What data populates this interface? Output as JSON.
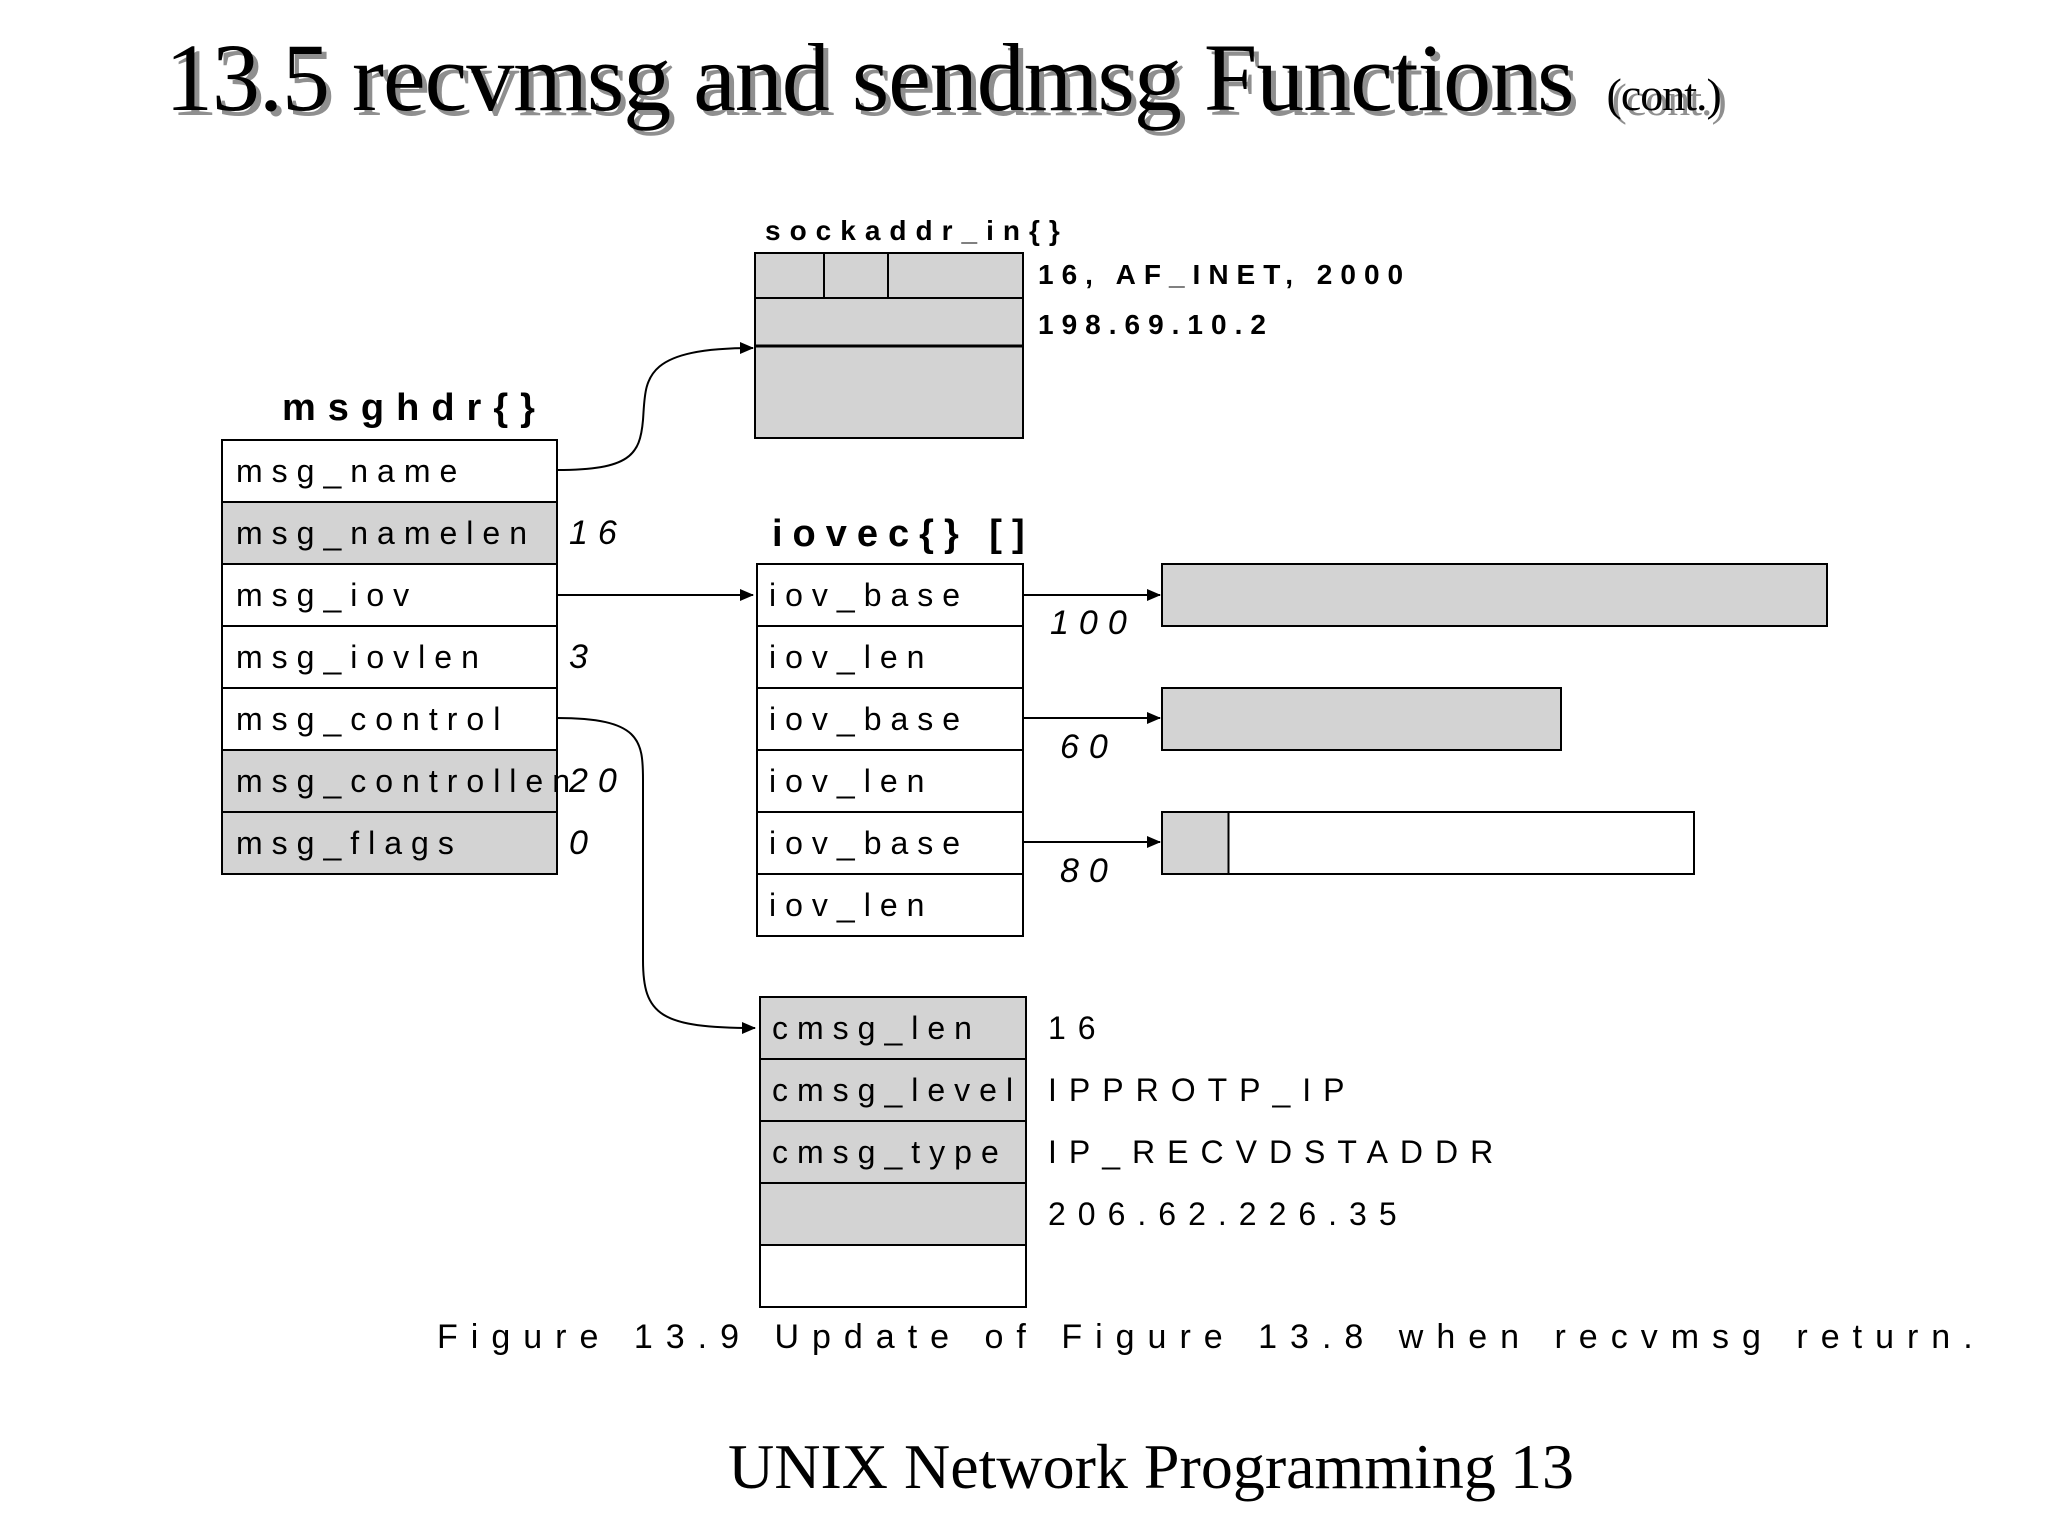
{
  "slide": {
    "title": "13.5 recvmsg and sendmsg Functions",
    "title_suffix": "(cont.)",
    "footer": "UNIX Network Programming",
    "page_number": "13"
  },
  "diagram": {
    "sockaddr": {
      "label": "sockaddr_in{}",
      "annotations": [
        "16, AF_INET, 2000",
        "198.69.10.2"
      ]
    },
    "msghdr": {
      "label": "msghdr{}",
      "fields": [
        {
          "name": "msg_name",
          "value": "",
          "shaded": false
        },
        {
          "name": "msg_namelen",
          "value": "16",
          "shaded": true
        },
        {
          "name": "msg_iov",
          "value": "",
          "shaded": false
        },
        {
          "name": "msg_iovlen",
          "value": "3",
          "shaded": false
        },
        {
          "name": "msg_control",
          "value": "",
          "shaded": false
        },
        {
          "name": "msg_controllen",
          "value": "20",
          "shaded": true
        },
        {
          "name": "msg_flags",
          "value": "0",
          "shaded": true
        }
      ]
    },
    "iovec": {
      "label": "iovec{} []",
      "fields": [
        "iov_base",
        "iov_len",
        "iov_base",
        "iov_len",
        "iov_base",
        "iov_len"
      ],
      "lengths": [
        "100",
        "60",
        "80"
      ]
    },
    "buffers": [
      {
        "size": 100,
        "filled": 100
      },
      {
        "size": 60,
        "filled": 60
      },
      {
        "size": 80,
        "filled": 10
      }
    ],
    "cmsghdr": {
      "fields": [
        "cmsg_len",
        "cmsg_level",
        "cmsg_type",
        "",
        ""
      ],
      "values": [
        "16",
        "IPPROTP_IP",
        "IP_RECVDSTADDR",
        "206.62.226.35"
      ]
    },
    "caption": "Figure 13.9 Update of Figure 13.8 when recvmsg return.",
    "colors": {
      "shade": "#d3d3d3",
      "line": "#000000"
    }
  }
}
